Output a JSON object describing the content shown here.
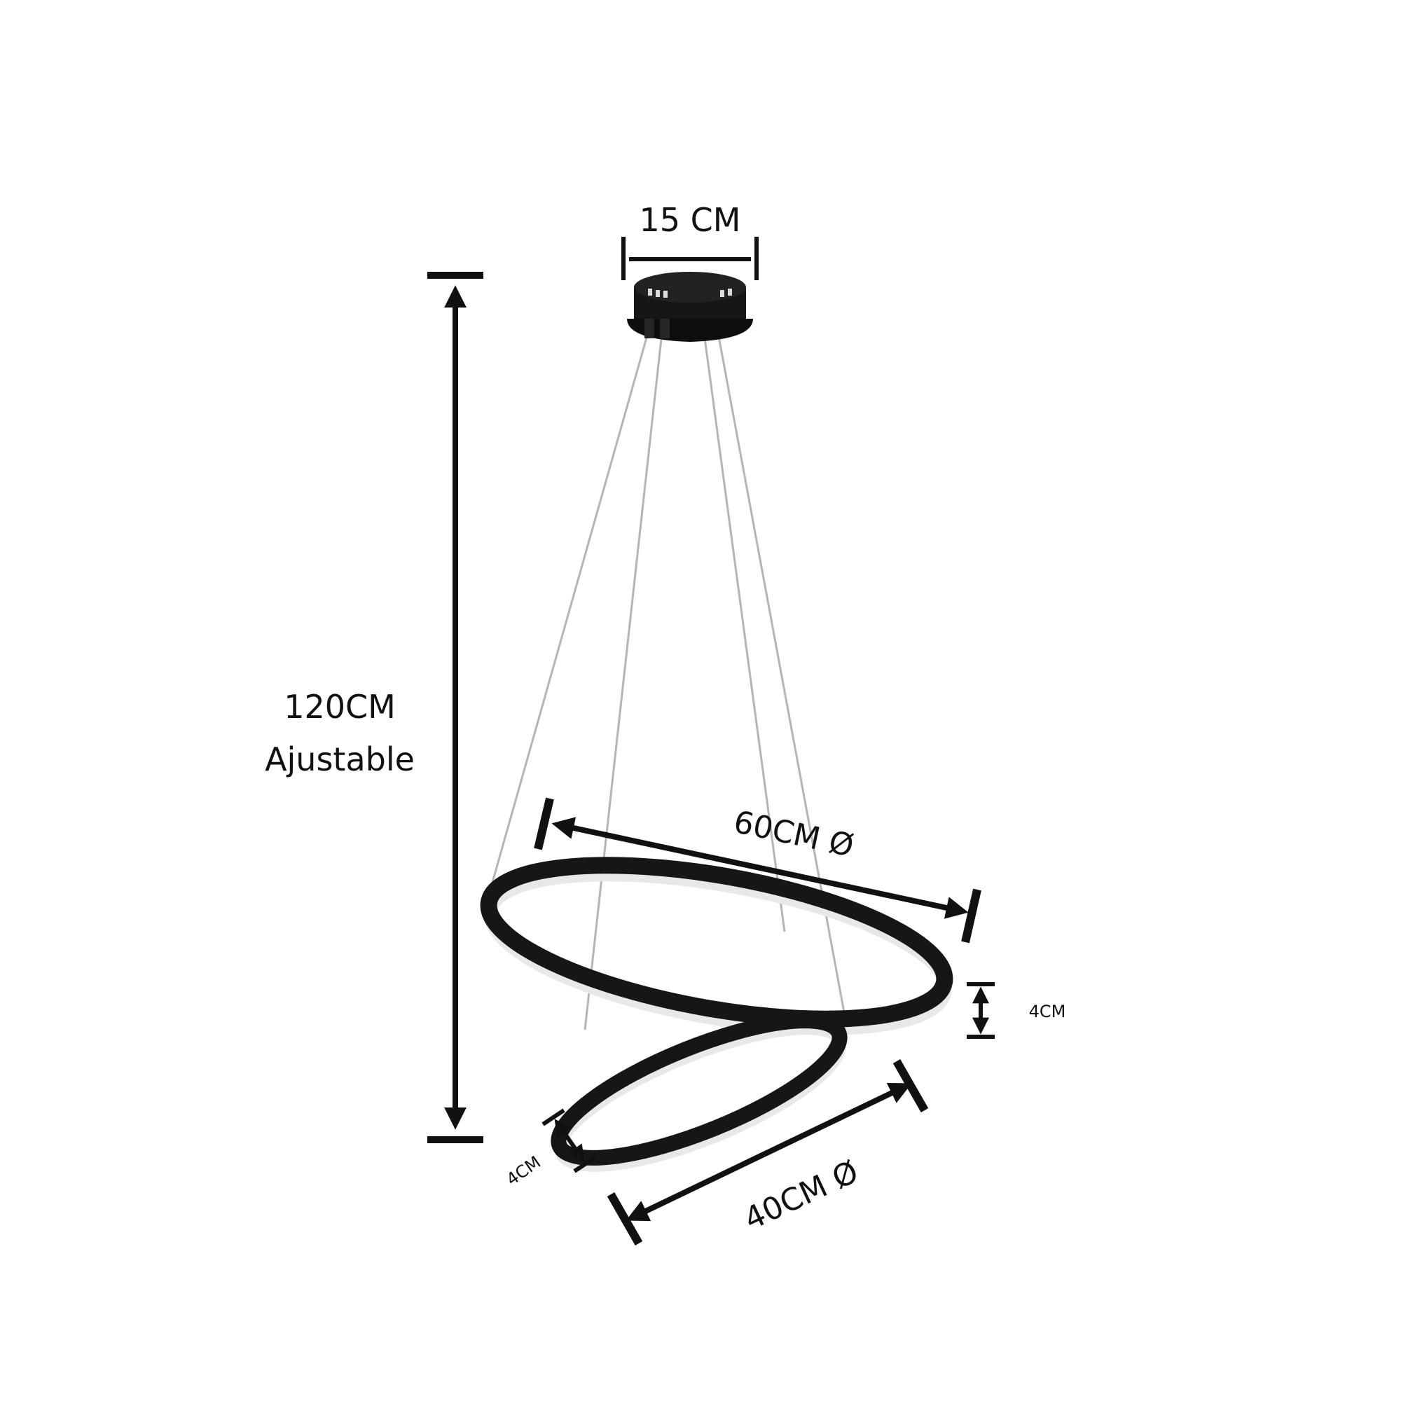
{
  "diagram": {
    "top_width_label": "15 CM",
    "height_label_line1": "120CM",
    "height_label_line2": "Ajustable",
    "large_ring_diameter_label": "60CM Ø",
    "large_ring_thickness_label": "4CM",
    "small_ring_diameter_label": "40CM Ø",
    "small_ring_thickness_label": "4CM"
  },
  "colors": {
    "ink": "#111111",
    "ring_face": "#161616",
    "ring_glow": "#eeeeee",
    "wire": "#b5b5b5"
  }
}
